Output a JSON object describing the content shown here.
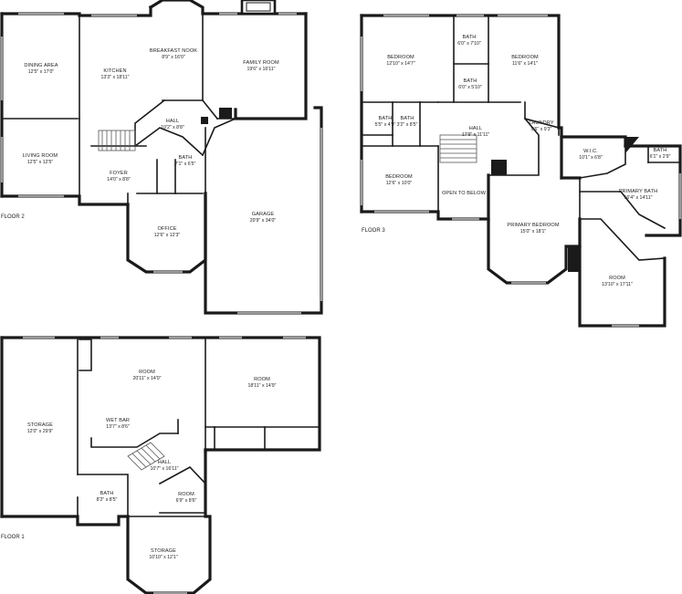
{
  "floors": {
    "floor2": {
      "label": "FLOOR 2",
      "rooms": {
        "dining": {
          "name": "DINING AREA",
          "dim": "12'5\" x 17'0\""
        },
        "kitchen": {
          "name": "KITCHEN",
          "dim": "13'3\" x 18'11\""
        },
        "breakfast": {
          "name": "BREAKFAST NOOK",
          "dim": "8'9\" x 16'0\""
        },
        "family": {
          "name": "FAMILY ROOM",
          "dim": "19'6\" x 16'11\""
        },
        "living": {
          "name": "LIVING ROOM",
          "dim": "12'5\" x 12'5\""
        },
        "hall": {
          "name": "HALL",
          "dim": "10'2\" x 8'8\""
        },
        "bath": {
          "name": "BATH",
          "dim": "7'1\" x 6'5\""
        },
        "foyer": {
          "name": "FOYER",
          "dim": "14'0\" x 8'8\""
        },
        "office": {
          "name": "OFFICE",
          "dim": "12'6\" x 12'3\""
        },
        "garage": {
          "name": "GARAGE",
          "dim": "20'9\" x 34'0\""
        }
      }
    },
    "floor3": {
      "label": "FLOOR 3",
      "rooms": {
        "bedroom1": {
          "name": "BEDROOM",
          "dim": "12'10\" x 14'7\""
        },
        "bath1": {
          "name": "BATH",
          "dim": "6'0\" x 7'10\""
        },
        "bedroom2": {
          "name": "BEDROOM",
          "dim": "11'6\" x 14'1\""
        },
        "bath2": {
          "name": "BATH",
          "dim": "6'0\" x 5'10\""
        },
        "bath3": {
          "name": "BATH",
          "dim": "5'5\" x 4'9\""
        },
        "bath4": {
          "name": "BATH",
          "dim": "3'2\" x 8'5\""
        },
        "hall": {
          "name": "HALL",
          "dim": "17'9\" x 11'11\""
        },
        "laundry": {
          "name": "LAUNDRY",
          "dim": "5'6\" x 9'3\""
        },
        "wic": {
          "name": "W.I.C.",
          "dim": "10'1\" x 6'8\""
        },
        "bath5": {
          "name": "BATH",
          "dim": "6'1\" x 2'9\""
        },
        "bedroom3": {
          "name": "BEDROOM",
          "dim": "12'6\" x 10'0\""
        },
        "open": {
          "name": "OPEN TO BELOW",
          "dim": ""
        },
        "primaryBed": {
          "name": "PRIMARY BEDROOM",
          "dim": "15'0\" x 18'1\""
        },
        "primaryBath": {
          "name": "PRIMARY BATH",
          "dim": "16'4\" x 14'11\""
        },
        "room": {
          "name": "ROOM",
          "dim": "13'10\" x 17'11\""
        }
      }
    },
    "floor1": {
      "label": "FLOOR 1",
      "rooms": {
        "room1": {
          "name": "ROOM",
          "dim": "20'11\" x 14'0\""
        },
        "room2": {
          "name": "ROOM",
          "dim": "18'11\" x 14'9\""
        },
        "storage1": {
          "name": "STORAGE",
          "dim": "12'0\" x 29'9\""
        },
        "wetbar": {
          "name": "WET BAR",
          "dim": "13'7\" x 8'6\""
        },
        "hall": {
          "name": "HALL",
          "dim": "10'7\" x 16'11\""
        },
        "bath": {
          "name": "BATH",
          "dim": "8'2\" x 8'5\""
        },
        "room3": {
          "name": "ROOM",
          "dim": "6'9\" x 8'6\""
        },
        "storage2": {
          "name": "STORAGE",
          "dim": "10'10\" x 12'1\""
        }
      }
    }
  }
}
